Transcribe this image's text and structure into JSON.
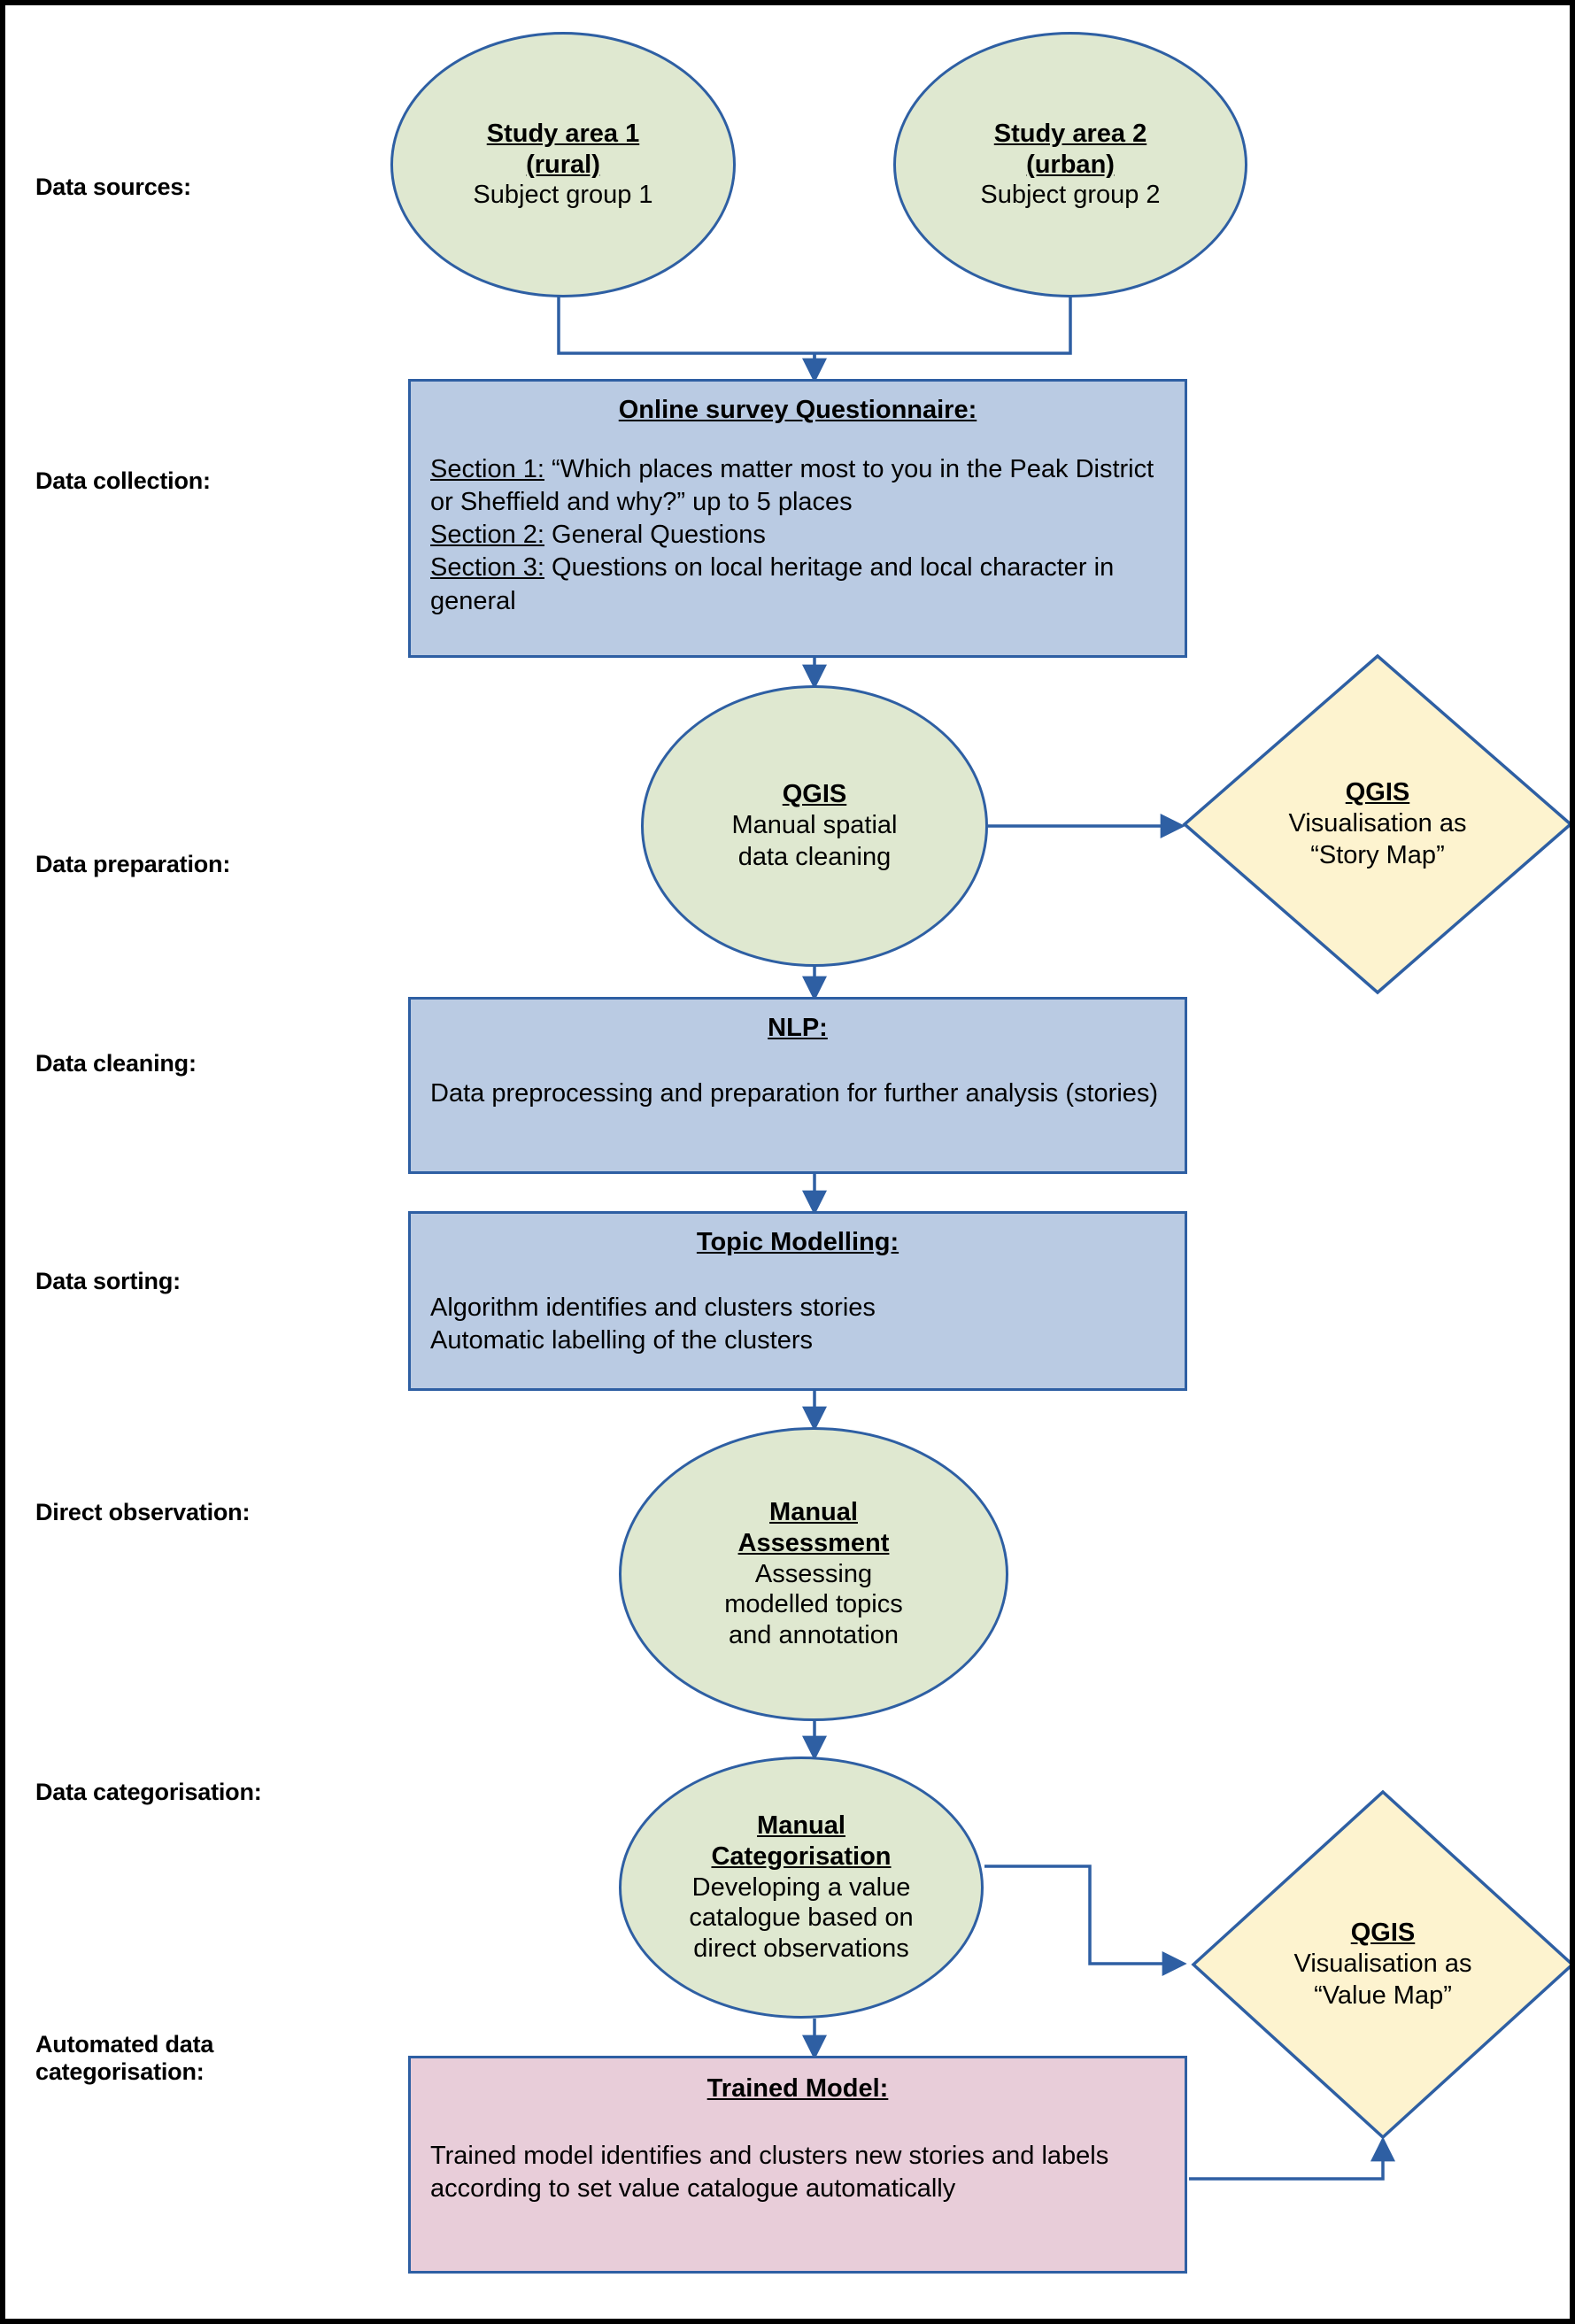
{
  "diagram": {
    "title": "Research methodology flowchart",
    "colors": {
      "ellipse_fill": "#dfe8d0",
      "process_fill": "#bacbe3",
      "output_fill": "#e8cdd9",
      "diamond_fill": "#fdf3cf",
      "stroke": "#2e5fa3",
      "border": "#000000",
      "text": "#000000"
    },
    "stage_labels": [
      {
        "id": "data-sources",
        "text": "Data sources:"
      },
      {
        "id": "data-collection",
        "text": "Data collection:"
      },
      {
        "id": "data-preparation",
        "text": "Data preparation:"
      },
      {
        "id": "data-cleaning",
        "text": "Data cleaning:"
      },
      {
        "id": "data-sorting",
        "text": "Data sorting:"
      },
      {
        "id": "direct-observation",
        "text": "Direct observation:"
      },
      {
        "id": "data-categorisation",
        "text": "Data categorisation:"
      },
      {
        "id": "automated-categorisation",
        "text": "Automated data\ncategorisation:"
      }
    ],
    "nodes": {
      "study_area_1": {
        "shape": "ellipse",
        "title_line1": "Study area 1 ",
        "title_line2": "(rural)",
        "body": "Subject group 1"
      },
      "study_area_2": {
        "shape": "ellipse",
        "title_line1": "Study area 2 ",
        "title_line2": "(urban)",
        "body": "Subject group 2"
      },
      "questionnaire": {
        "shape": "rect",
        "title": "Online survey Questionnaire:",
        "section1_label": "Section 1:",
        "section1_text": " “Which places matter most to you in the Peak District or Sheffield and why?” up to 5 places",
        "section2_label": "Section 2:",
        "section2_text": " General Questions",
        "section3_label": "Section 3:",
        "section3_text": " Questions on local heritage and local character in general"
      },
      "qgis_cleaning": {
        "shape": "ellipse",
        "title": "QGIS",
        "body_line1": "Manual spatial",
        "body_line2": "data cleaning"
      },
      "story_map": {
        "shape": "diamond",
        "title": "QGIS",
        "body_line1": "Visualisation as",
        "body_line2": "“Story Map”"
      },
      "nlp": {
        "shape": "rect",
        "title": "NLP:",
        "body": "Data preprocessing and preparation for further analysis (stories)"
      },
      "topic_modelling": {
        "shape": "rect",
        "title": "Topic Modelling:",
        "body_line1": "Algorithm identifies and clusters stories",
        "body_line2": "Automatic labelling of the clusters"
      },
      "manual_assessment": {
        "shape": "ellipse",
        "title_line1": "Manual ",
        "title_line2": "Assessment",
        "body_line1": "Assessing",
        "body_line2": "modelled topics",
        "body_line3": "and annotation"
      },
      "manual_categorisation": {
        "shape": "ellipse",
        "title_line1": "Manual ",
        "title_line2": "Categorisation",
        "body_line1": "Developing a value",
        "body_line2": "catalogue based on",
        "body_line3": "direct observations"
      },
      "value_map": {
        "shape": "diamond",
        "title": "QGIS",
        "body_line1": "Visualisation as",
        "body_line2": "“Value Map”"
      },
      "trained_model": {
        "shape": "rect",
        "title": "Trained Model:",
        "body": "Trained model identifies and clusters  new stories and labels according to set value catalogue automatically"
      }
    }
  }
}
